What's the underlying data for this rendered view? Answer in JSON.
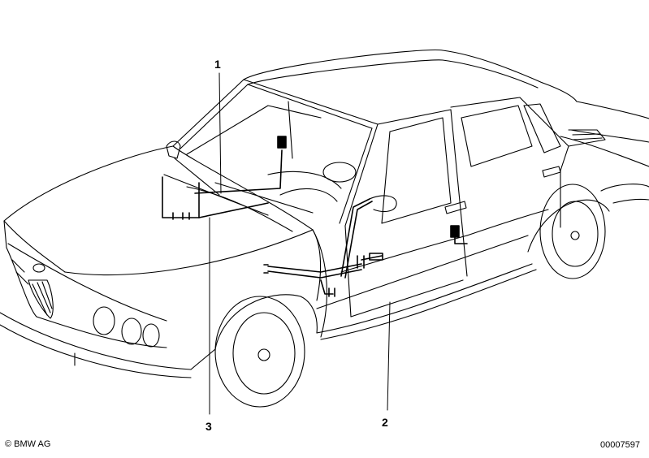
{
  "callouts": {
    "c1": "1",
    "c2": "2",
    "c3": "3"
  },
  "footer": {
    "copyright": "© BMW AG",
    "image_number": "00007597"
  },
  "colors": {
    "line": "#000000",
    "background": "#ffffff"
  }
}
